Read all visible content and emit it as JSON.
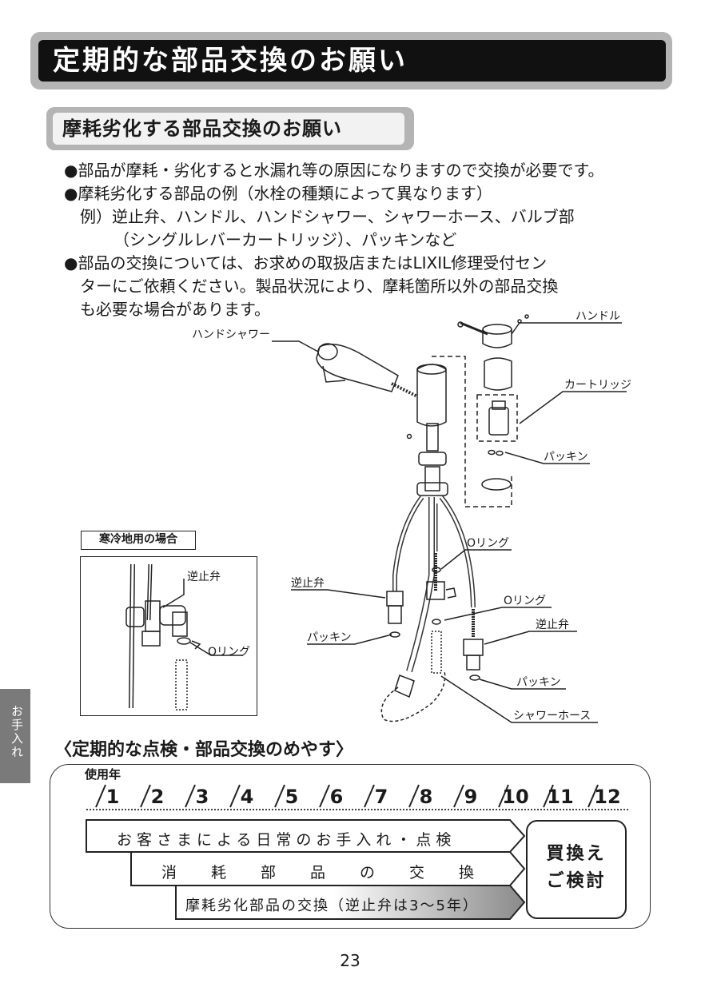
{
  "header": {
    "title": "定期的な部品交換のお願い"
  },
  "section": {
    "title": "摩耗劣化する部品交換のお願い"
  },
  "body": {
    "line1": "●部品が摩耗・劣化すると水漏れ等の原因になりますので交換が必要です。",
    "line2": "●摩耗劣化する部品の例（水栓の種類によって異なります）",
    "line3": "例）逆止弁、ハンドル、ハンドシャワー、シャワーホース、バルブ部",
    "line4": "（シングルレバーカートリッジ）、パッキンなど",
    "line5": "●部品の交換については、お求めの取扱店またはLIXIL修理受付セン",
    "line6": "ターにご依頼ください。製品状況により、摩耗箇所以外の部品交換",
    "line7": "も必要な場合があります。"
  },
  "diagram": {
    "labels": {
      "handle": "ハンドル",
      "hand_shower": "ハンドシャワー",
      "cartridge": "カートリッジ",
      "packing_top": "パッキン",
      "o_ring_1": "Oリング",
      "check_valve_left": "逆止弁",
      "o_ring_2": "Oリング",
      "check_valve_right": "逆止弁",
      "packing_left": "パッキン",
      "packing_right": "パッキン",
      "shower_hose": "シャワーホース"
    },
    "cold_region": {
      "title": "寒冷地用の場合",
      "check_valve": "逆止弁",
      "o_ring": "Oリング"
    }
  },
  "side_tab": {
    "label": "お手入れ"
  },
  "schedule": {
    "title": "〈定期的な点検・部品交換のめやす〉",
    "years_label": "使用年",
    "years": [
      "1",
      "2",
      "3",
      "4",
      "5",
      "6",
      "7",
      "8",
      "9",
      "10",
      "11",
      "12"
    ],
    "bar1": "お客さまによる日常のお手入れ・点検",
    "bar2": [
      "消",
      "耗",
      "部",
      "品",
      "の",
      "交",
      "換"
    ],
    "bar3": "摩耗劣化部品の交換（逆止弁は3〜5年）",
    "replace_line1": "買換え",
    "replace_line2": "ご検討"
  },
  "page": {
    "number": "23"
  }
}
